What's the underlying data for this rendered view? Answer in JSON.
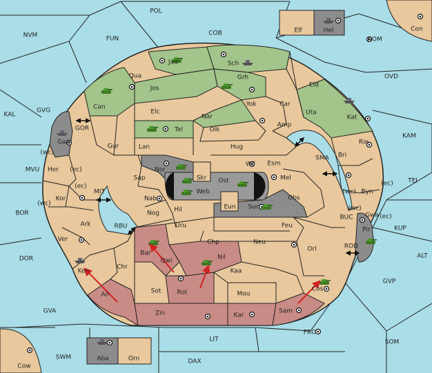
{
  "game": {
    "colors": {
      "sea": "#a9dde8",
      "land": "#e8c89c",
      "green_power": "#a3c48a",
      "red_power": "#c98b86",
      "gray_power": "#8c8c8c",
      "arrow": "#d22222"
    },
    "sea_labels": {
      "pol": "POL",
      "nvm": "NVM",
      "fun": "FUN",
      "cob": "COB",
      "nom": "NOM",
      "con": "Con",
      "ovd": "OVD",
      "kal": "KAL",
      "gvg": "GVG",
      "gor": "GOR",
      "kam": "KAM",
      "sma": "SMA",
      "mvu": "MVU",
      "mit": "MIT",
      "tei": "TEI",
      "bor": "BOR",
      "rbu": "RBU",
      "buc": "BUC",
      "kup": "KUP",
      "dor": "DOR",
      "rod": "ROD",
      "alt": "ALT",
      "gvp": "GVP",
      "gva": "GVA",
      "fro": "FRO",
      "lit": "LIT",
      "som": "SOM",
      "swm": "SWM",
      "dax": "DAX",
      "cow": "Cow"
    },
    "land_labels": {
      "elf": "Elf",
      "hel": "Hel",
      "jad": "Jad",
      "sch": "Sch",
      "qua": "Qua",
      "jos": "Jos",
      "grh": "Grh",
      "eld": "Eld",
      "can": "Can",
      "yok": "Yok",
      "car": "Car",
      "uta": "Uta",
      "elc": "Elc",
      "nar": "Nar",
      "kat": "Kat",
      "gaw": "Gaw",
      "tel": "Tel",
      "olk": "Olk",
      "amp": "Amp",
      "gur": "Gur",
      "lan": "Lan",
      "hug": "Hug",
      "rie": "Rie",
      "wil": "Wil",
      "esm": "Esm",
      "bri": "Bri",
      "her": "Her",
      "nor": "Nor",
      "skr": "Skr",
      "sap": "Sap",
      "ost": "Ost",
      "mel": "Mel",
      "web": "Web",
      "byn": "Byn",
      "kor": "Kor",
      "nab": "Nab",
      "obs": "Obs",
      "eun": "Eun",
      "sun": "Sun",
      "hil": "Hil",
      "gwa": "Gwa",
      "ark": "Ark",
      "nog": "Nog",
      "uru": "Uru",
      "feu": "Feu",
      "pir": "Pir",
      "ver": "Ver",
      "chp": "Chp",
      "neu": "Neu",
      "bar": "Bar",
      "orl": "Orl",
      "qwi": "Qwi",
      "nil": "Nil",
      "ken": "Ken",
      "chr": "Chr",
      "kaa": "Kaa",
      "ail": "Ail",
      "sot": "Sot",
      "rot": "Rot",
      "mou": "Mou",
      "cos": "Cos",
      "zin": "Zin",
      "kar": "Kar",
      "sam": "Sam",
      "aba": "Aba",
      "orn": "Orn"
    },
    "coast_labels": {
      "wc": "(wc)",
      "ec": "(ec)"
    }
  }
}
